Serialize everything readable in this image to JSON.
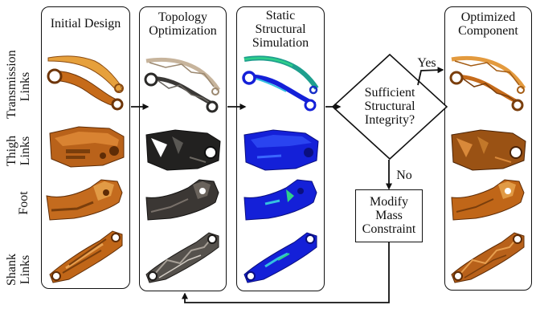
{
  "row_labels": {
    "transmission": [
      "Transmission",
      "Links"
    ],
    "thigh": [
      "Thigh",
      "Links"
    ],
    "foot": [
      "Foot"
    ],
    "shank": [
      "Shank",
      "Links"
    ]
  },
  "columns": {
    "initial": [
      "Initial Design"
    ],
    "topology": [
      "Topology",
      "Optimization"
    ],
    "static": [
      "Static",
      "Structural",
      "Simulation"
    ],
    "optimized": [
      "Optimized",
      "Component"
    ]
  },
  "decision": [
    "Sufficient",
    "Structural",
    "Integrity?"
  ],
  "modify": [
    "Modify",
    "Mass",
    "Constraint"
  ],
  "yes_label": "Yes",
  "no_label": "No",
  "colors": {
    "copper": "#c96f1c",
    "copper_light": "#e49a3a",
    "copper_dark": "#7a3e0c",
    "topo_dark": "#2b2a28",
    "topo_light": "#b8a48e",
    "sim_blue": "#1420d8",
    "sim_green": "#2fd08a"
  }
}
